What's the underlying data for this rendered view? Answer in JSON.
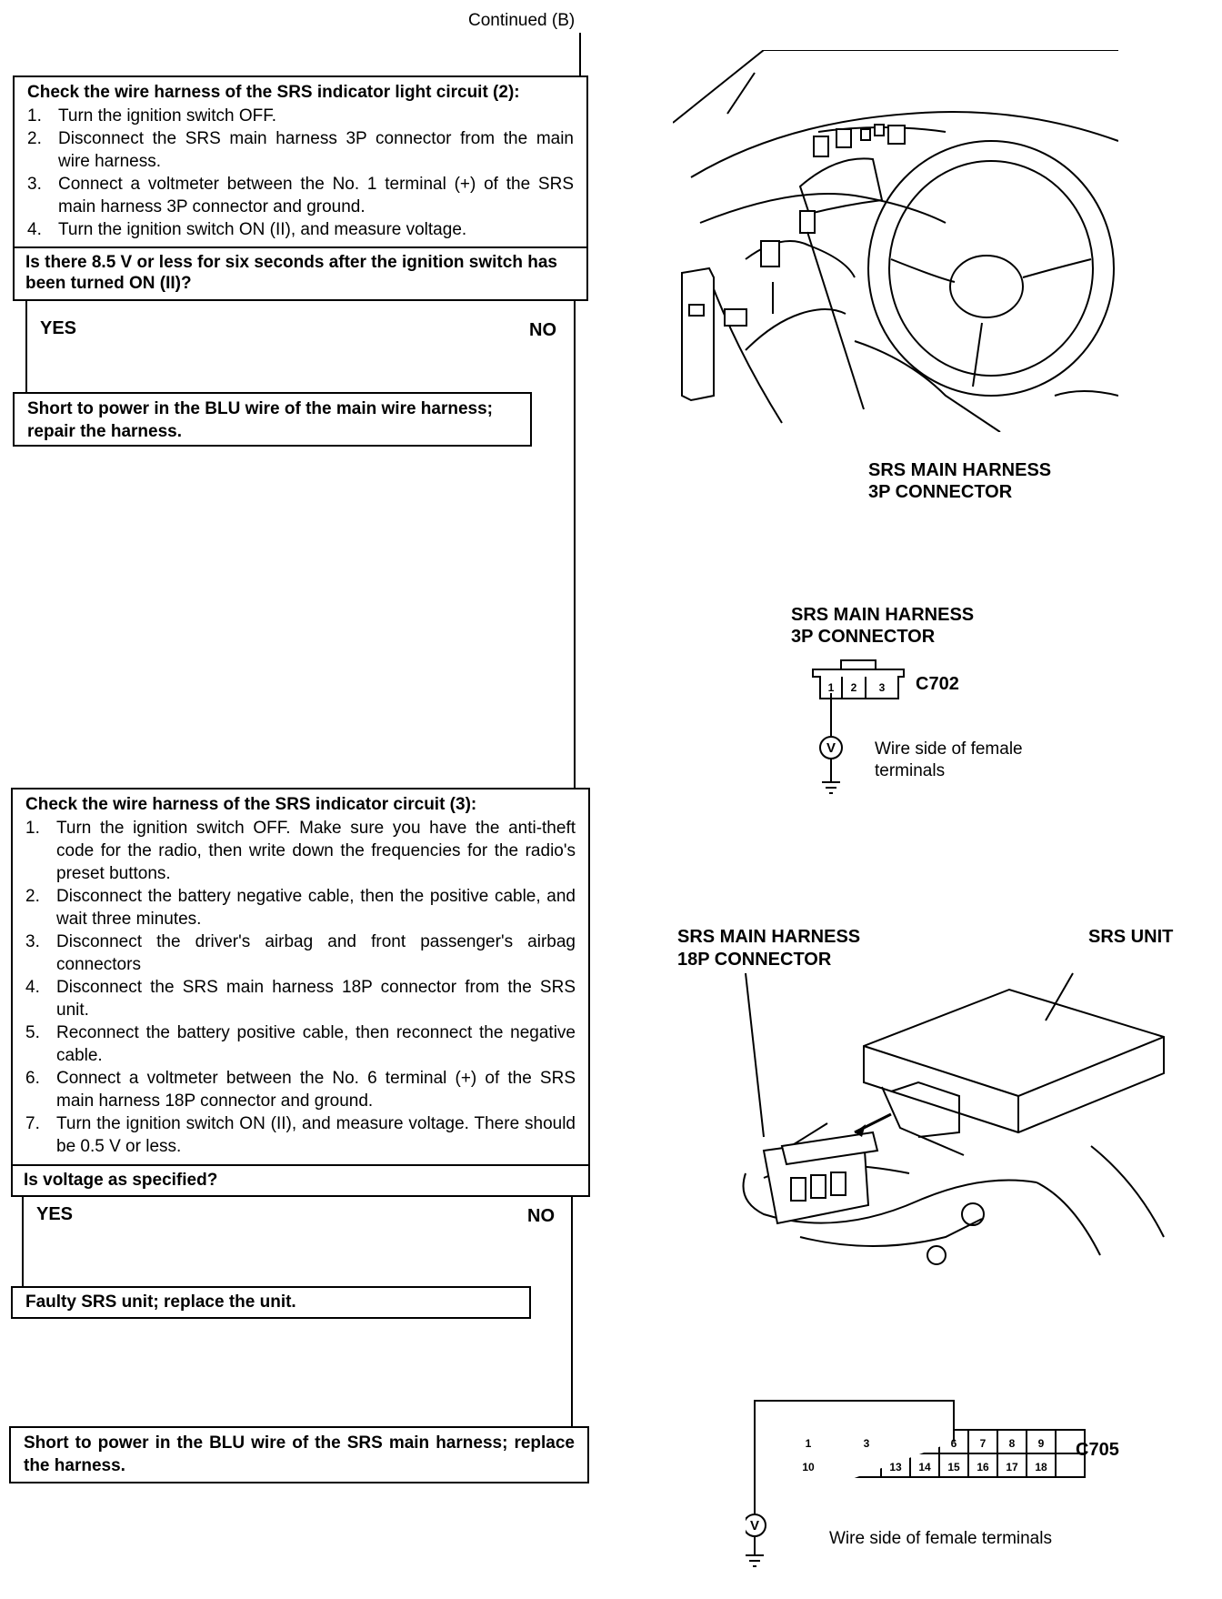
{
  "continued": "Continued (B)",
  "box1": {
    "title": "Check the wire harness of the SRS indicator light circuit (2):",
    "steps": [
      {
        "num": "1.",
        "text": "Turn the ignition switch OFF."
      },
      {
        "num": "2.",
        "text": "Disconnect the SRS main harness 3P connector from the main wire harness."
      },
      {
        "num": "3.",
        "text": "Connect a voltmeter between the No. 1 terminal (+) of the SRS main harness 3P connector and ground."
      },
      {
        "num": "4.",
        "text": "Turn the ignition switch ON (II), and measure voltage."
      }
    ],
    "question": "Is there 8.5 V or less for six seconds after the ignition switch has been turned ON (II)?",
    "yes": "YES",
    "no": "NO",
    "result": "Short to power in the BLU wire of the main wire harness; repair the harness."
  },
  "box2": {
    "title": "Check the wire harness of the SRS indicator circuit (3):",
    "steps": [
      {
        "num": "1.",
        "text": "Turn the ignition switch OFF. Make sure you have the anti-theft code for the radio, then write down the frequencies for the radio's preset buttons."
      },
      {
        "num": "2.",
        "text": "Disconnect the battery negative cable, then the positive cable, and wait three minutes."
      },
      {
        "num": "3.",
        "text": "Disconnect the driver's airbag and front passenger's airbag connectors"
      },
      {
        "num": "4.",
        "text": "Disconnect the SRS main harness 18P connector from the SRS unit."
      },
      {
        "num": "5.",
        "text": "Reconnect the battery positive cable, then reconnect the negative cable."
      },
      {
        "num": "6.",
        "text": "Connect a voltmeter between the No. 6 terminal (+) of the SRS main harness 18P connector and ground."
      },
      {
        "num": "7.",
        "text": "Turn the ignition switch ON (II), and measure voltage. There should be 0.5 V or less."
      }
    ],
    "question": "Is voltage as specified?",
    "yes": "YES",
    "no": "NO",
    "result_yes": "Faulty SRS unit; replace the unit.",
    "result_no": "Short to power in the BLU wire of the SRS main harness; replace the harness."
  },
  "fig1": {
    "label_line1": "SRS MAIN HARNESS",
    "label_line2": "3P CONNECTOR"
  },
  "fig2": {
    "label_line1": "SRS MAIN HARNESS",
    "label_line2": "3P CONNECTOR",
    "connector_id": "C702",
    "pins": [
      "1",
      "2",
      "3"
    ],
    "meter": "V",
    "note_line1": "Wire side of female",
    "note_line2": "terminals"
  },
  "fig3": {
    "label_line1": "SRS MAIN HARNESS",
    "label_line2": "18P CONNECTOR",
    "unit_label": "SRS UNIT"
  },
  "fig4": {
    "connector_id": "C705",
    "row1": [
      "1",
      "",
      "3",
      "",
      "",
      "6",
      "7",
      "8",
      "9"
    ],
    "row2": [
      "10",
      "",
      "",
      "13",
      "14",
      "15",
      "16",
      "17",
      "18"
    ],
    "meter": "V",
    "note": "Wire side of female terminals"
  }
}
